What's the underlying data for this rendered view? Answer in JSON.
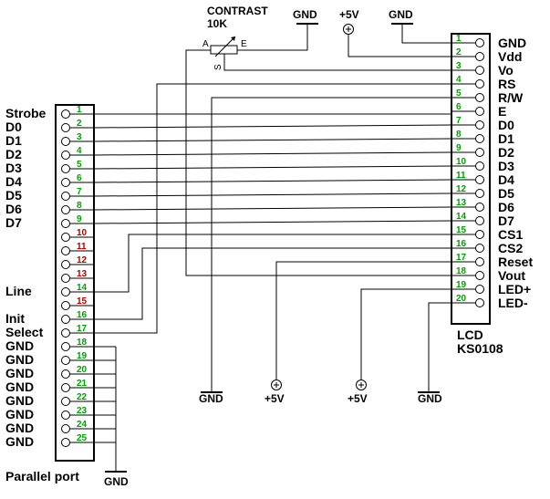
{
  "colors": {
    "wire": "#000000",
    "pin_used": "#00a000",
    "pin_unused": "#b00000",
    "background": "#ffffff"
  },
  "parallel_port": {
    "title": "Parallel port",
    "pins": [
      "1",
      "2",
      "3",
      "4",
      "5",
      "6",
      "7",
      "8",
      "9",
      "10",
      "11",
      "12",
      "13",
      "14",
      "15",
      "16",
      "17",
      "18",
      "19",
      "20",
      "21",
      "22",
      "23",
      "24",
      "25"
    ],
    "unused_pins": [
      "10",
      "11",
      "12",
      "13",
      "15"
    ],
    "signals": {
      "strobe": "Strobe",
      "d0": "D0",
      "d1": "D1",
      "d2": "D2",
      "d3": "D3",
      "d4": "D4",
      "d5": "D5",
      "d6": "D6",
      "d7": "D7",
      "line": "Line",
      "init": "Init",
      "select": "Select"
    },
    "gnd_labels": [
      "GND",
      "GND",
      "GND",
      "GND",
      "GND",
      "GND",
      "GND",
      "GND"
    ],
    "gnd_bottom": "GND"
  },
  "lcd": {
    "title": "LCD",
    "model": "KS0108",
    "pins": [
      "1",
      "2",
      "3",
      "4",
      "5",
      "6",
      "7",
      "8",
      "9",
      "10",
      "11",
      "12",
      "13",
      "14",
      "15",
      "16",
      "17",
      "18",
      "19",
      "20"
    ],
    "signals": [
      "GND",
      "Vdd",
      "Vo",
      "RS",
      "R/W",
      "E",
      "D0",
      "D1",
      "D2",
      "D3",
      "D4",
      "D5",
      "D6",
      "D7",
      "CS1",
      "CS2",
      "Reset",
      "Vout",
      "LED+",
      "LED-"
    ]
  },
  "contrast": {
    "label_line1": "CONTRAST",
    "label_line2": "10K",
    "pin_a": "A",
    "pin_e": "E",
    "pin_s": "S"
  },
  "power": {
    "gnd_top_1": "GND",
    "plus5_top": "+5V",
    "gnd_top_2": "GND",
    "gnd_bottom_1": "GND",
    "plus5_bottom_1": "+5V",
    "plus5_bottom_2": "+5V",
    "gnd_bottom_2": "GND"
  }
}
